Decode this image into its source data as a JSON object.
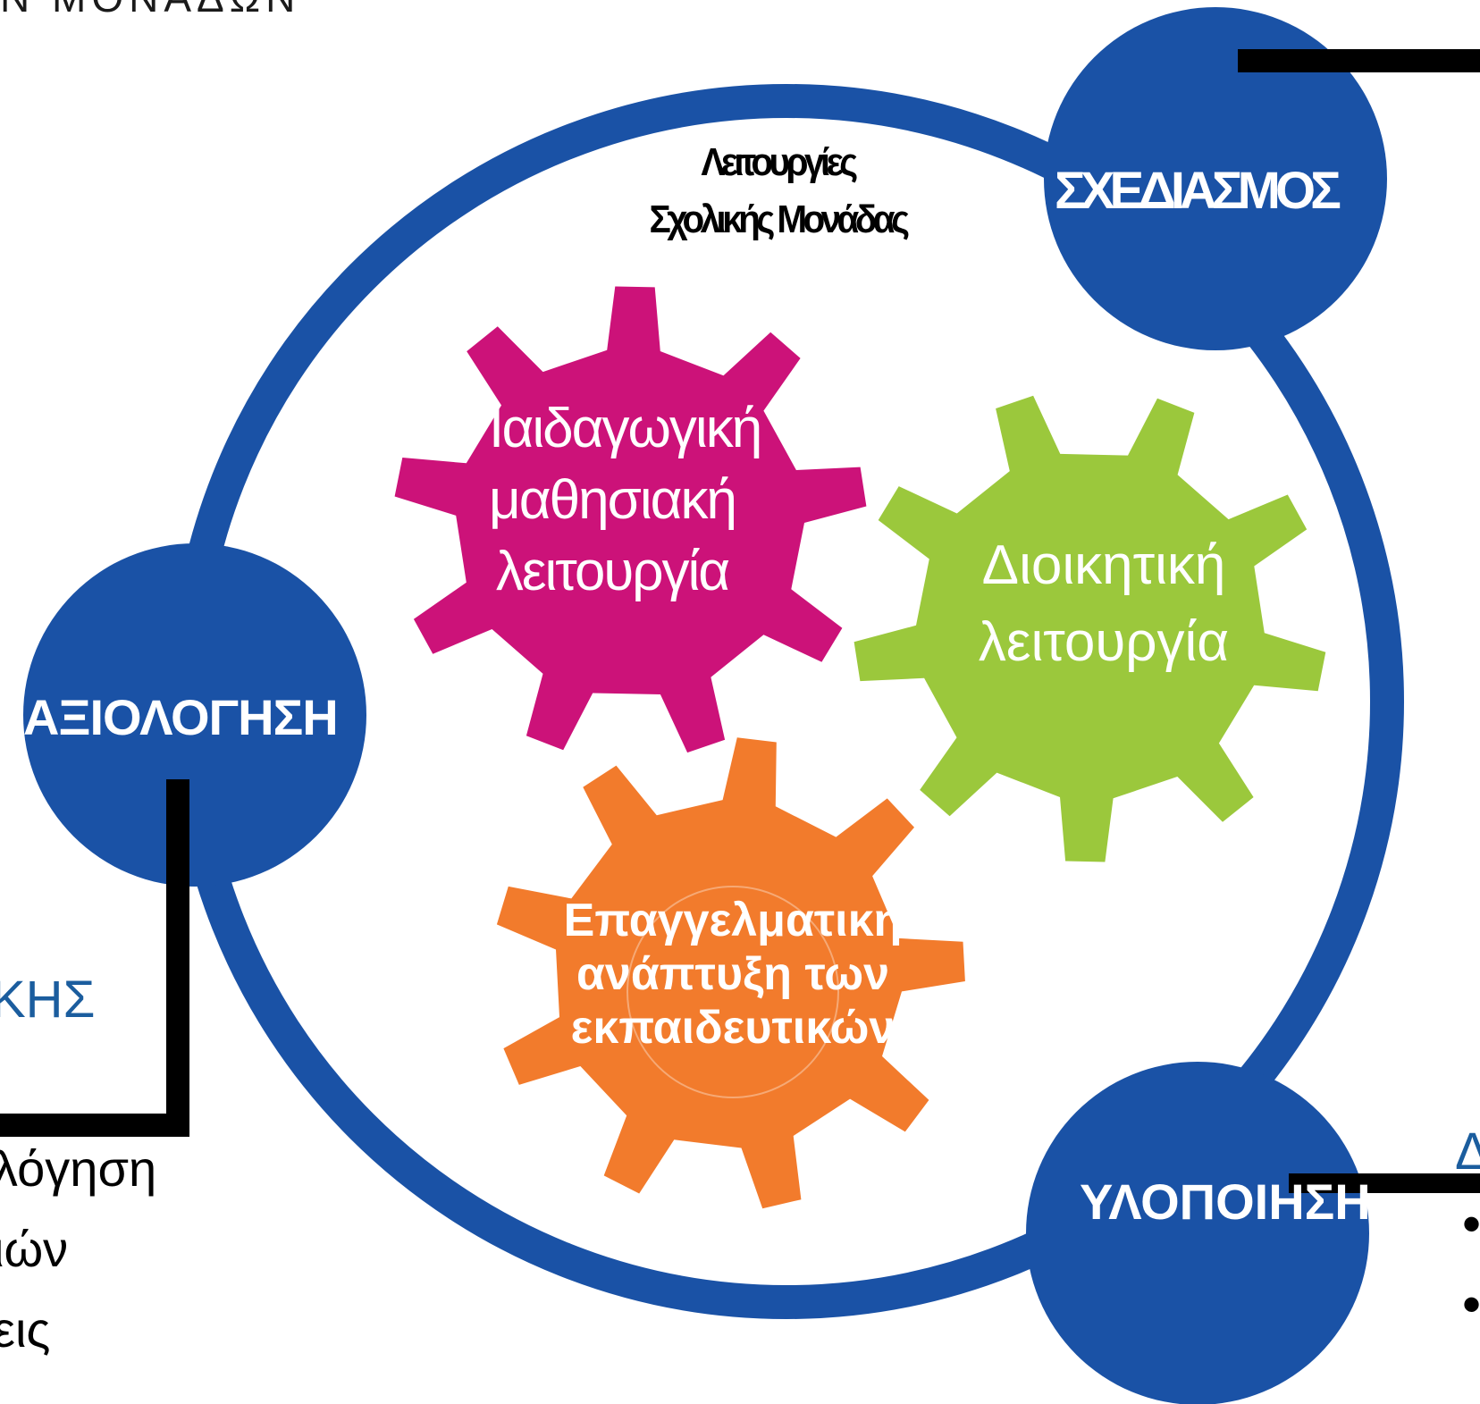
{
  "colors": {
    "ring": "#1a52a6",
    "node": "#1a52a6",
    "gear_pink": "#cc1279",
    "gear_green": "#9bc83c",
    "gear_orange": "#f27b2c",
    "connector": "#000000"
  },
  "top_cut_text": "Ν ΜΟΝΑΔΩΝ",
  "center_title": [
    "Λειτουργίες",
    "Σχολικής Μονάδας"
  ],
  "nodes": {
    "planning": "ΣΧΕΔΙΑΣΜΟΣ",
    "evaluation": "ΑΞΙΟΛΟΓΗΣΗ",
    "implementation": "ΥΛΟΠΟΙΗΣΗ"
  },
  "gears": {
    "pedagogical": [
      "Παιδαγωγική",
      "μαθησιακή",
      "λειτουργία"
    ],
    "administrative": [
      "Διοικητική",
      "λειτουργία"
    ],
    "professional": [
      "Επαγγελματική",
      "ανάπτυξη των",
      "εκπαιδευτικών"
    ]
  },
  "left_side": {
    "heading_fragment": "ΚΗΣ",
    "lines": [
      "λόγηση",
      "ιών",
      "εις"
    ]
  },
  "right_side": {
    "heading_fragment": "Δ",
    "bullets": [
      "•",
      "•"
    ]
  },
  "icons": {
    "gear_shape": "gear-icon"
  }
}
